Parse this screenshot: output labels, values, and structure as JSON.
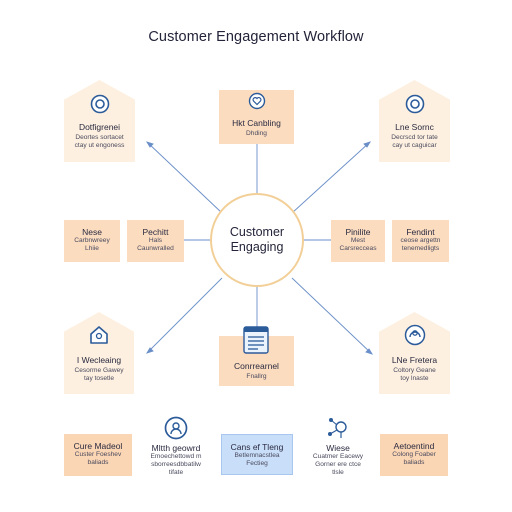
{
  "title": "Customer Engagement Workflow",
  "hub": {
    "line1": "Customer",
    "line2": "Engaging"
  },
  "nodes": {
    "top_left": {
      "heading": "Dotfigrenei",
      "sub1": "Deortes sortacet",
      "sub2": "ctay ut engoness"
    },
    "top_center": {
      "heading": "Hkt Canbling",
      "sub1": "Dhding"
    },
    "top_right": {
      "heading": "Lne Sornc",
      "sub1": "Decrscd tor tate",
      "sub2": "cay ut caguicar"
    },
    "mid_left_outer": {
      "heading": "Nese",
      "sub1": "Carbnwreey",
      "sub2": "Lhiie"
    },
    "mid_left_inner": {
      "heading": "Pechitt",
      "sub1": "Hals",
      "sub2": "Caunwralled"
    },
    "mid_right_inner": {
      "heading": "Pinilite",
      "sub1": "Mest",
      "sub2": "Carsrecceas"
    },
    "mid_right_outer": {
      "heading": "Fendint",
      "sub1": "ceose argettn",
      "sub2": "tenemedligts"
    },
    "bottom_left": {
      "heading": "I Wecleaing",
      "sub1": "Cesorme Gawey",
      "sub2": "tay tosetle"
    },
    "bottom_center": {
      "heading": "Conrrearnel",
      "sub1": "Fnallrg"
    },
    "bottom_right": {
      "heading": "LNe Fretera",
      "sub1": "Coltory Geane",
      "sub2": "toy lnaste"
    },
    "row4_1": {
      "heading": "Cure Madeol",
      "sub1": "Custer Foeshev",
      "sub2": "baliads"
    },
    "row4_2": {
      "heading": "Mltth geowrd",
      "sub1": "Emoechettowd m",
      "sub2": "sborreesdbbatilw",
      "sub3": "tifate"
    },
    "row4_3": {
      "heading": "Cans ef Tleng",
      "sub1": "Betlemnacstlea",
      "sub2": "Fectieg"
    },
    "row4_4": {
      "heading": "Wiese",
      "sub1": "Cuatmer Eacewy",
      "sub2": "Gorner ere ctce",
      "sub3": "tlsle"
    },
    "row4_5": {
      "heading": "Aetoentind",
      "sub1": "Colong Foaber",
      "sub2": "baliads"
    }
  },
  "icons": {
    "top_left": "record-icon",
    "top_center": "heart-badge-icon",
    "top_right": "record-icon",
    "bottom_left": "house-icon",
    "bottom_center": "document-list-icon",
    "bottom_right": "headset-icon",
    "row4_2": "user-circle-icon",
    "row4_4": "network-person-icon"
  },
  "colors": {
    "connector": "#6a8fc8",
    "hub_ring": "#f3cf98",
    "peach": "#fbdcbf",
    "light_peach": "#fdf0e0",
    "blue": "#c9def8",
    "icon_blue": "#2c5b9a"
  }
}
